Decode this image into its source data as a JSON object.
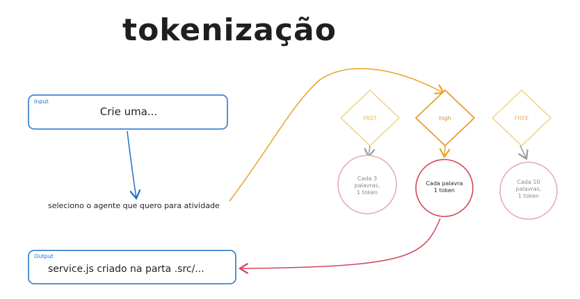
{
  "title": "tokenização",
  "input_box": {
    "tag": "Input",
    "text": "Crie uma..."
  },
  "step_label": "seleciono o agente que quero para atividade",
  "output_box": {
    "tag": "Output",
    "text": "service.js criado na parta .src/..."
  },
  "agents": [
    {
      "diamond": "FAST",
      "circle_lines": [
        "Cada 3",
        "palavras,",
        "1 token"
      ]
    },
    {
      "diamond": "high",
      "circle_lines": [
        "Cada palavra",
        "1 token"
      ]
    },
    {
      "diamond": "FREE",
      "circle_lines": [
        "Cada 10",
        "palavras,",
        "1 token"
      ]
    }
  ],
  "colors": {
    "blue": "#1f6fc9",
    "orange": "#e8a126",
    "orange_light": "#f2cf85",
    "orange_dark": "#e59c2a",
    "pink": "#e7a7ae",
    "red": "#d6435a",
    "grey_arrow": "#9a9a9a",
    "text_dark": "#1f1f1f",
    "text_grey": "#8a8a8a"
  }
}
